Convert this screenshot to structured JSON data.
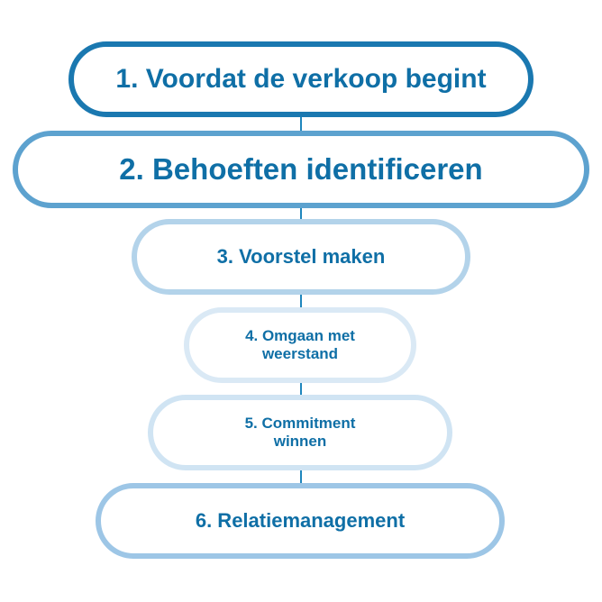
{
  "diagram": {
    "steps": [
      {
        "label": "1. Voordat de verkoop begint"
      },
      {
        "label": "2. Behoeften identificeren"
      },
      {
        "label": "3. Voorstel maken"
      },
      {
        "label": "4. Omgaan met weerstand"
      },
      {
        "label": "5. Commitment winnen"
      },
      {
        "label": "6. Relatiemanagement"
      }
    ],
    "colors": {
      "text": "#0f6fa6",
      "arrow": "#1f86bd",
      "borders": [
        "#1a78b0",
        "#5da2cf",
        "#b3d3ea",
        "#dae9f5",
        "#d0e4f3",
        "#9dc6e6"
      ]
    }
  }
}
